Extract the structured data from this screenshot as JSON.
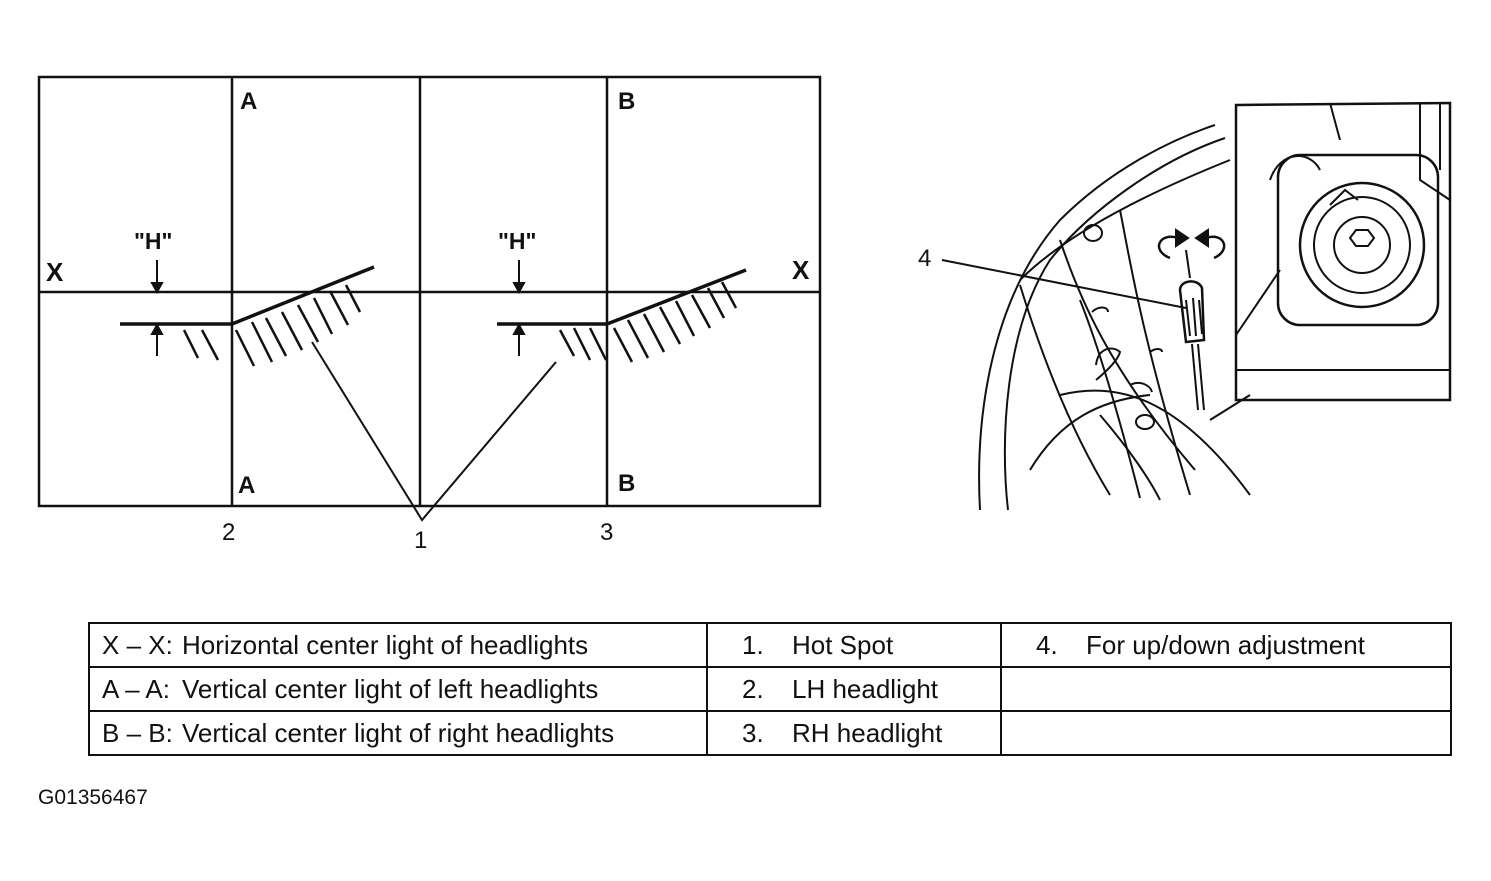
{
  "diagram": {
    "axis_x_label": "X",
    "axis_a_label": "A",
    "axis_b_label": "B",
    "h_label": "\"H\"",
    "callout_1": "1",
    "callout_2": "2",
    "callout_3": "3",
    "callout_4": "4"
  },
  "legend": {
    "rows": [
      {
        "c1_key": "X – X:",
        "c1_text": "Horizontal center light of headlights",
        "c2_num": "1.",
        "c2_text": "Hot Spot",
        "c3_num": "4.",
        "c3_text": "For up/down adjustment"
      },
      {
        "c1_key": "A – A:",
        "c1_text": "Vertical center light of left headlights",
        "c2_num": "2.",
        "c2_text": "LH headlight"
      },
      {
        "c1_key": "B – B:",
        "c1_text": "Vertical center light of right headlights",
        "c2_num": "3.",
        "c2_text": "RH headlight"
      }
    ]
  },
  "figure_code": "G01356467"
}
